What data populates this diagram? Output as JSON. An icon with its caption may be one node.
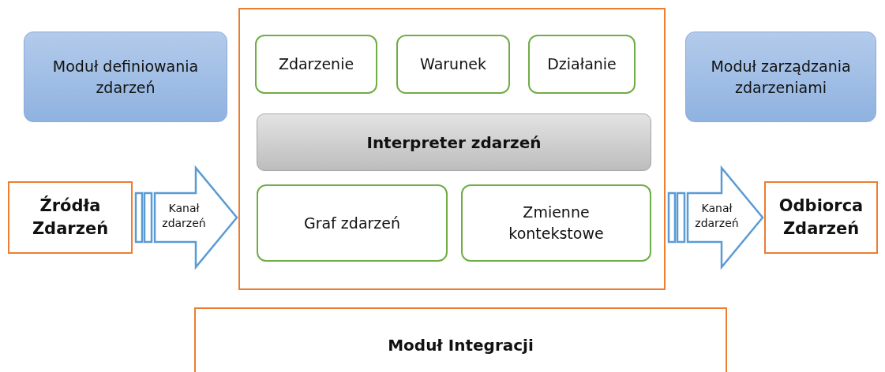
{
  "diagram": {
    "nodes": [
      {
        "text": [
          "Moduł definiowania zdarzeń"
        ]
      },
      {
        "text": [],
        "shape": "box"
      },
      {
        "text": [
          "Zdarzenie"
        ],
        "in": 1
      },
      {
        "text": [
          "Warunek"
        ],
        "in": 1
      },
      {
        "text": [
          "Działanie"
        ],
        "in": 1
      },
      {
        "text": [
          "Interpreter zdarzeń"
        ],
        "in": 1
      },
      {
        "text": [
          "Graf zdarzeń"
        ],
        "in": 1
      },
      {
        "text": [
          "Zmienne kontekstowe"
        ],
        "in": 1
      },
      {
        "text": [
          "Moduł zarządzania zdarzeniami"
        ]
      },
      {
        "text": [
          "Źródła Zdarzeń"
        ]
      },
      {
        "text": [
          "Odbiorca Zdarzeń"
        ]
      },
      {
        "text": [
          "Moduł Integracji"
        ]
      }
    ],
    "edges": [
      {
        "from": 9,
        "to": 1,
        "arrow": "to",
        "label": "Kanał zdarzeń",
        "style": "thick"
      },
      {
        "from": 1,
        "to": 10,
        "arrow": "to",
        "label": "Kanał zdarzeń",
        "style": "thick"
      }
    ]
  }
}
